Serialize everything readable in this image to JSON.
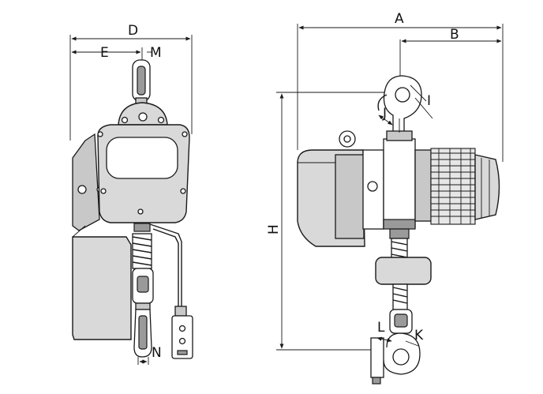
{
  "front_view": {
    "labels": {
      "D": "D",
      "E": "E",
      "M": "M",
      "N": "N"
    }
  },
  "side_view": {
    "labels": {
      "A": "A",
      "B": "B",
      "H": "H",
      "I": "I",
      "J": "J",
      "K": "K",
      "L": "L"
    }
  }
}
